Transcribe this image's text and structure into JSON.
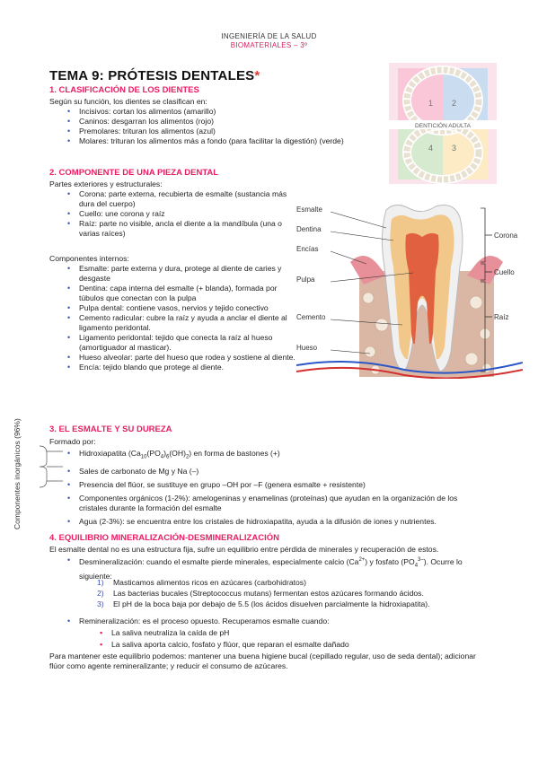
{
  "header": {
    "line1": "INGENIERÍA DE LA SALUD",
    "line2": "BIOMATERIALES – 3º"
  },
  "title": {
    "text": "TEMA 9: PRÓTESIS DENTALES",
    "asterisk": "*"
  },
  "s1": {
    "heading": "1. CLASIFICACIÓN DE LOS DIENTES",
    "intro": "Según su función, los dientes se clasifican en:",
    "items": [
      "Incisivos: cortan los alimentos (amarillo)",
      "Caninos: desgarran los alimentos (rojo)",
      "Premolares: trituran los alimentos (azul)",
      "Molares: trituran los alimentos más a fondo (para facilitar la digestión) (verde)"
    ]
  },
  "figure1": {
    "caption": "DENTICIÓN ADULTA",
    "q1": "1",
    "q2": "2",
    "q3": "3",
    "q4": "4"
  },
  "s2": {
    "heading": "2. COMPONENTE DE UNA PIEZA DENTAL",
    "intro1": "Partes exteriores y estructurales:",
    "outer": [
      "Corona: parte externa, recubierta de esmalte (sustancia más dura del cuerpo)",
      "Cuello: une corona y raíz",
      "Raíz: parte no visible, ancla el diente a la mandíbula (una o varias raíces)"
    ],
    "intro2": "Componentes internos:",
    "inner": [
      "Esmalte: parte externa y dura, protege al diente de caries y desgaste",
      "Dentina: capa interna del esmalte (+ blanda), formada por túbulos que conectan con la pulpa",
      "Pulpa dental: contiene vasos, nervios y tejido conectivo",
      "Cemento radicular: cubre la raíz y ayuda a anclar el diente al ligamento peridontal.",
      "Ligamento peridontal: tejido que conecta la raíz al hueso (amortiguador al masticar).",
      "Hueso alveolar: parte del hueso que rodea y sostiene al diente.",
      "Encía: tejido blando que protege al diente."
    ]
  },
  "figure2": {
    "labels": {
      "esmalte": "Esmalte",
      "dentina": "Dentina",
      "encias": "Encías",
      "pulpa": "Pulpa",
      "cemento": "Cemento",
      "hueso": "Hueso",
      "corona": "Corona",
      "cuello": "Cuello",
      "raiz": "Raíz"
    }
  },
  "s3": {
    "heading": "3. EL ESMALTE Y SU DUREZA",
    "intro": "Formado por:",
    "item1_pre": "Hidroxiapatita (Ca",
    "item1_sub1": "10",
    "item1_mid1": "(PO",
    "item1_sub2": "4",
    "item1_mid2": ")",
    "item1_sub3": "6",
    "item1_mid3": "(OH)",
    "item1_sub4": "2",
    "item1_post": ") en forma de bastones (+)",
    "items": [
      "Sales de carbonato de Mg y Na (–)",
      "Presencia del flúor, se sustituye en grupo –OH por –F (genera esmalte + resistente)",
      "Componentes orgánicos (1-2%): amelogeninas y enamelinas (proteínas) que ayudan en la organización de los cristales durante la formación del esmalte",
      "Agua (2-3%): se encuentra entre los cristales de hidroxiapatita, ayuda a la difusión de iones y nutrientes."
    ],
    "side_label": "Componentes inorgánicos (96%)"
  },
  "s4": {
    "heading": "4. EQUILIBRIO MINERALIZACIÓN-DESMINERALIZACIÓN",
    "intro": "El esmalte dental no es una estructura fija, sufre un equilibrio entre pérdida de minerales y recuperación de estos.",
    "desmin_pre": "Desmineralización: cuando el esmalte pierde minerales, especialmente calcio (Ca",
    "desmin_sup1": "2+",
    "desmin_mid": ") y fosfato (PO",
    "desmin_sub": "4",
    "desmin_sup2": "3–",
    "desmin_post": "). Ocurre lo siguiente:",
    "steps": [
      {
        "n": "1)",
        "t": "Masticamos alimentos ricos en azúcares (carbohidratos)"
      },
      {
        "n": "2)",
        "t": "Las bacterias bucales (Streptococcus mutans) fermentan estos azúcares formando ácidos."
      },
      {
        "n": "3)",
        "t": "El pH de la boca baja por debajo de 5.5 (los ácidos disuelven parcialmente la hidroxiapatita)."
      }
    ],
    "remin": "Remineralización: es el proceso opuesto. Recuperamos esmalte cuando:",
    "remin_items": [
      "La saliva neutraliza la caída de pH",
      "La saliva aporta calcio, fosfato y flúor, que reparan el esmalte dañado"
    ],
    "outro": "Para mantener este equilibrio podemos: mantener una buena higiene bucal (cepillado regular, uso de seda dental); adicionar flúor como agente remineralizante; y reducir el consumo de azúcares."
  }
}
